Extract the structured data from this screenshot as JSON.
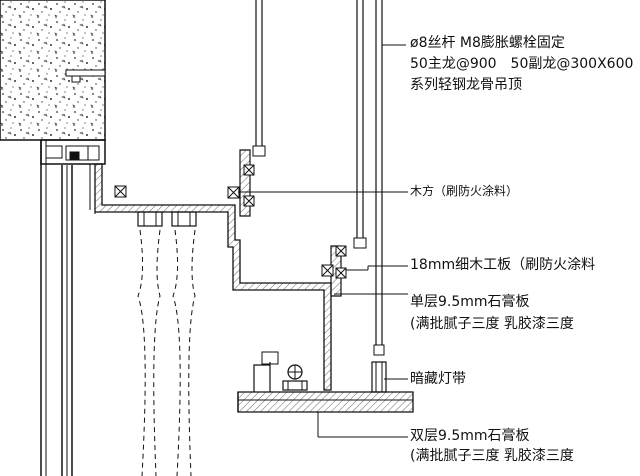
{
  "annotations": {
    "rod_line1": "ø8丝杆 M8膨胀螺栓固定",
    "rod_line2": "50主龙@900　50副龙@300X600",
    "rod_line3": "系列轻钢龙骨吊顶",
    "wood_batten": "木方（刷防火涂料）",
    "plywood": "18mm细木工板（刷防火涂料",
    "gypsum_single_line1": "单层9.5mm石膏板",
    "gypsum_single_line2": "(满批腻子三度 乳胶漆三度",
    "hidden_light": "暗藏灯带",
    "gypsum_double_line1": "双层9.5mm石膏板",
    "gypsum_double_line2": "(满批腻子三度 乳胶漆三度"
  }
}
